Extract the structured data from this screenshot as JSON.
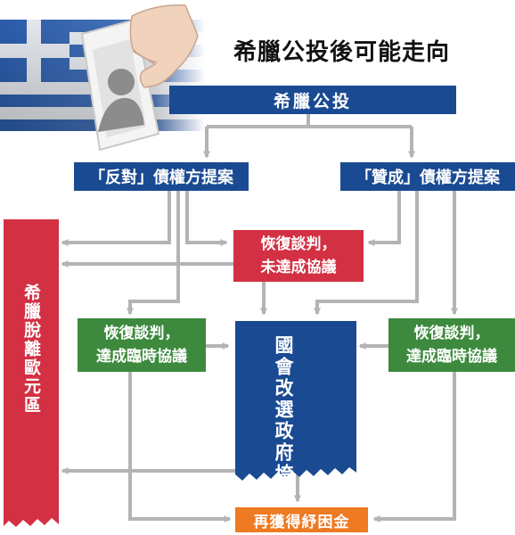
{
  "title": "希臘公投後可能走向",
  "nodes": {
    "referendum": "希臘公投",
    "oppose": "「反對」債權方提案",
    "support": "「贊成」債權方提案",
    "resume_no_deal_line1": "恢復談判，",
    "resume_no_deal_line2": "未達成協議",
    "resume_deal_left_line1": "恢復談判，",
    "resume_deal_left_line2": "達成臨時協議",
    "resume_deal_right_line1": "恢復談判，",
    "resume_deal_right_line2": "達成臨時協議",
    "grexit": "希臘脫離歐元區",
    "election": "國會改選政府垮台",
    "bailout": "再獲得紓困金"
  },
  "colors": {
    "blue": "#1a4a92",
    "red": "#d33043",
    "green": "#3d8a3e",
    "orange": "#ee7a22",
    "arrow": "#b4b4b4"
  },
  "icons": {
    "flag": "greek-flag-icon",
    "ballot": "ballot-in-hand-icon"
  }
}
